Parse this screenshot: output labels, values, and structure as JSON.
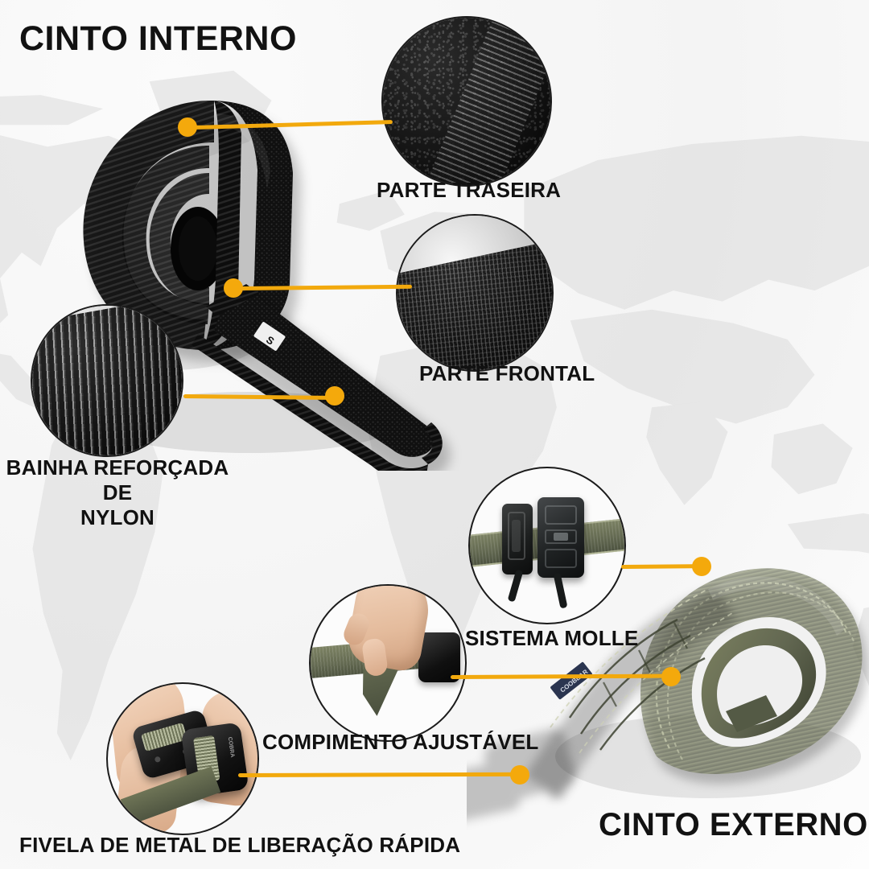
{
  "page": {
    "background_color": "#f7f7f7",
    "accent_color": "#f2a90d",
    "text_color": "#111111",
    "olive_color": "#6d7356",
    "black_color": "#111111"
  },
  "sections": {
    "inner": {
      "title": "CINTO INTERNO",
      "product": "rolled-black-velcro-inner-belt",
      "size_tag": "S"
    },
    "outer": {
      "title": "CINTO EXTERNO",
      "product": "olive-green-tactical-outer-belt"
    }
  },
  "callouts": [
    {
      "id": "parte-traseira",
      "label": "PARTE TRASEIRA",
      "detail": "black-velcro-hook-texture",
      "section": "inner"
    },
    {
      "id": "parte-frontal",
      "label": "PARTE FRONTAL",
      "detail": "black-velcro-loop-texture",
      "section": "inner"
    },
    {
      "id": "bainha-reforcada",
      "label_line1": "BAINHA REFORÇADA DE",
      "label_line2": "NYLON",
      "label": "BAINHA REFORÇADA DE NYLON",
      "detail": "reinforced-nylon-hem-webbing",
      "section": "inner"
    },
    {
      "id": "sistema-molle",
      "label": "SISTEMA MOLLE",
      "detail": "molle-magazine-pouches-attached",
      "section": "outer"
    },
    {
      "id": "compimento-ajustavel",
      "label": "COMPIMENTO AJUSTÁVEL",
      "detail": "hand-adjusting-belt-strap-length",
      "section": "outer"
    },
    {
      "id": "fivela-metal",
      "label": "FIVELA DE METAL DE LIBERAÇÃO RÁPIDA",
      "detail": "hands-opening-quick-release-metal-buckle",
      "section": "outer"
    }
  ],
  "background": {
    "watermark": "world-map-grayscale"
  }
}
